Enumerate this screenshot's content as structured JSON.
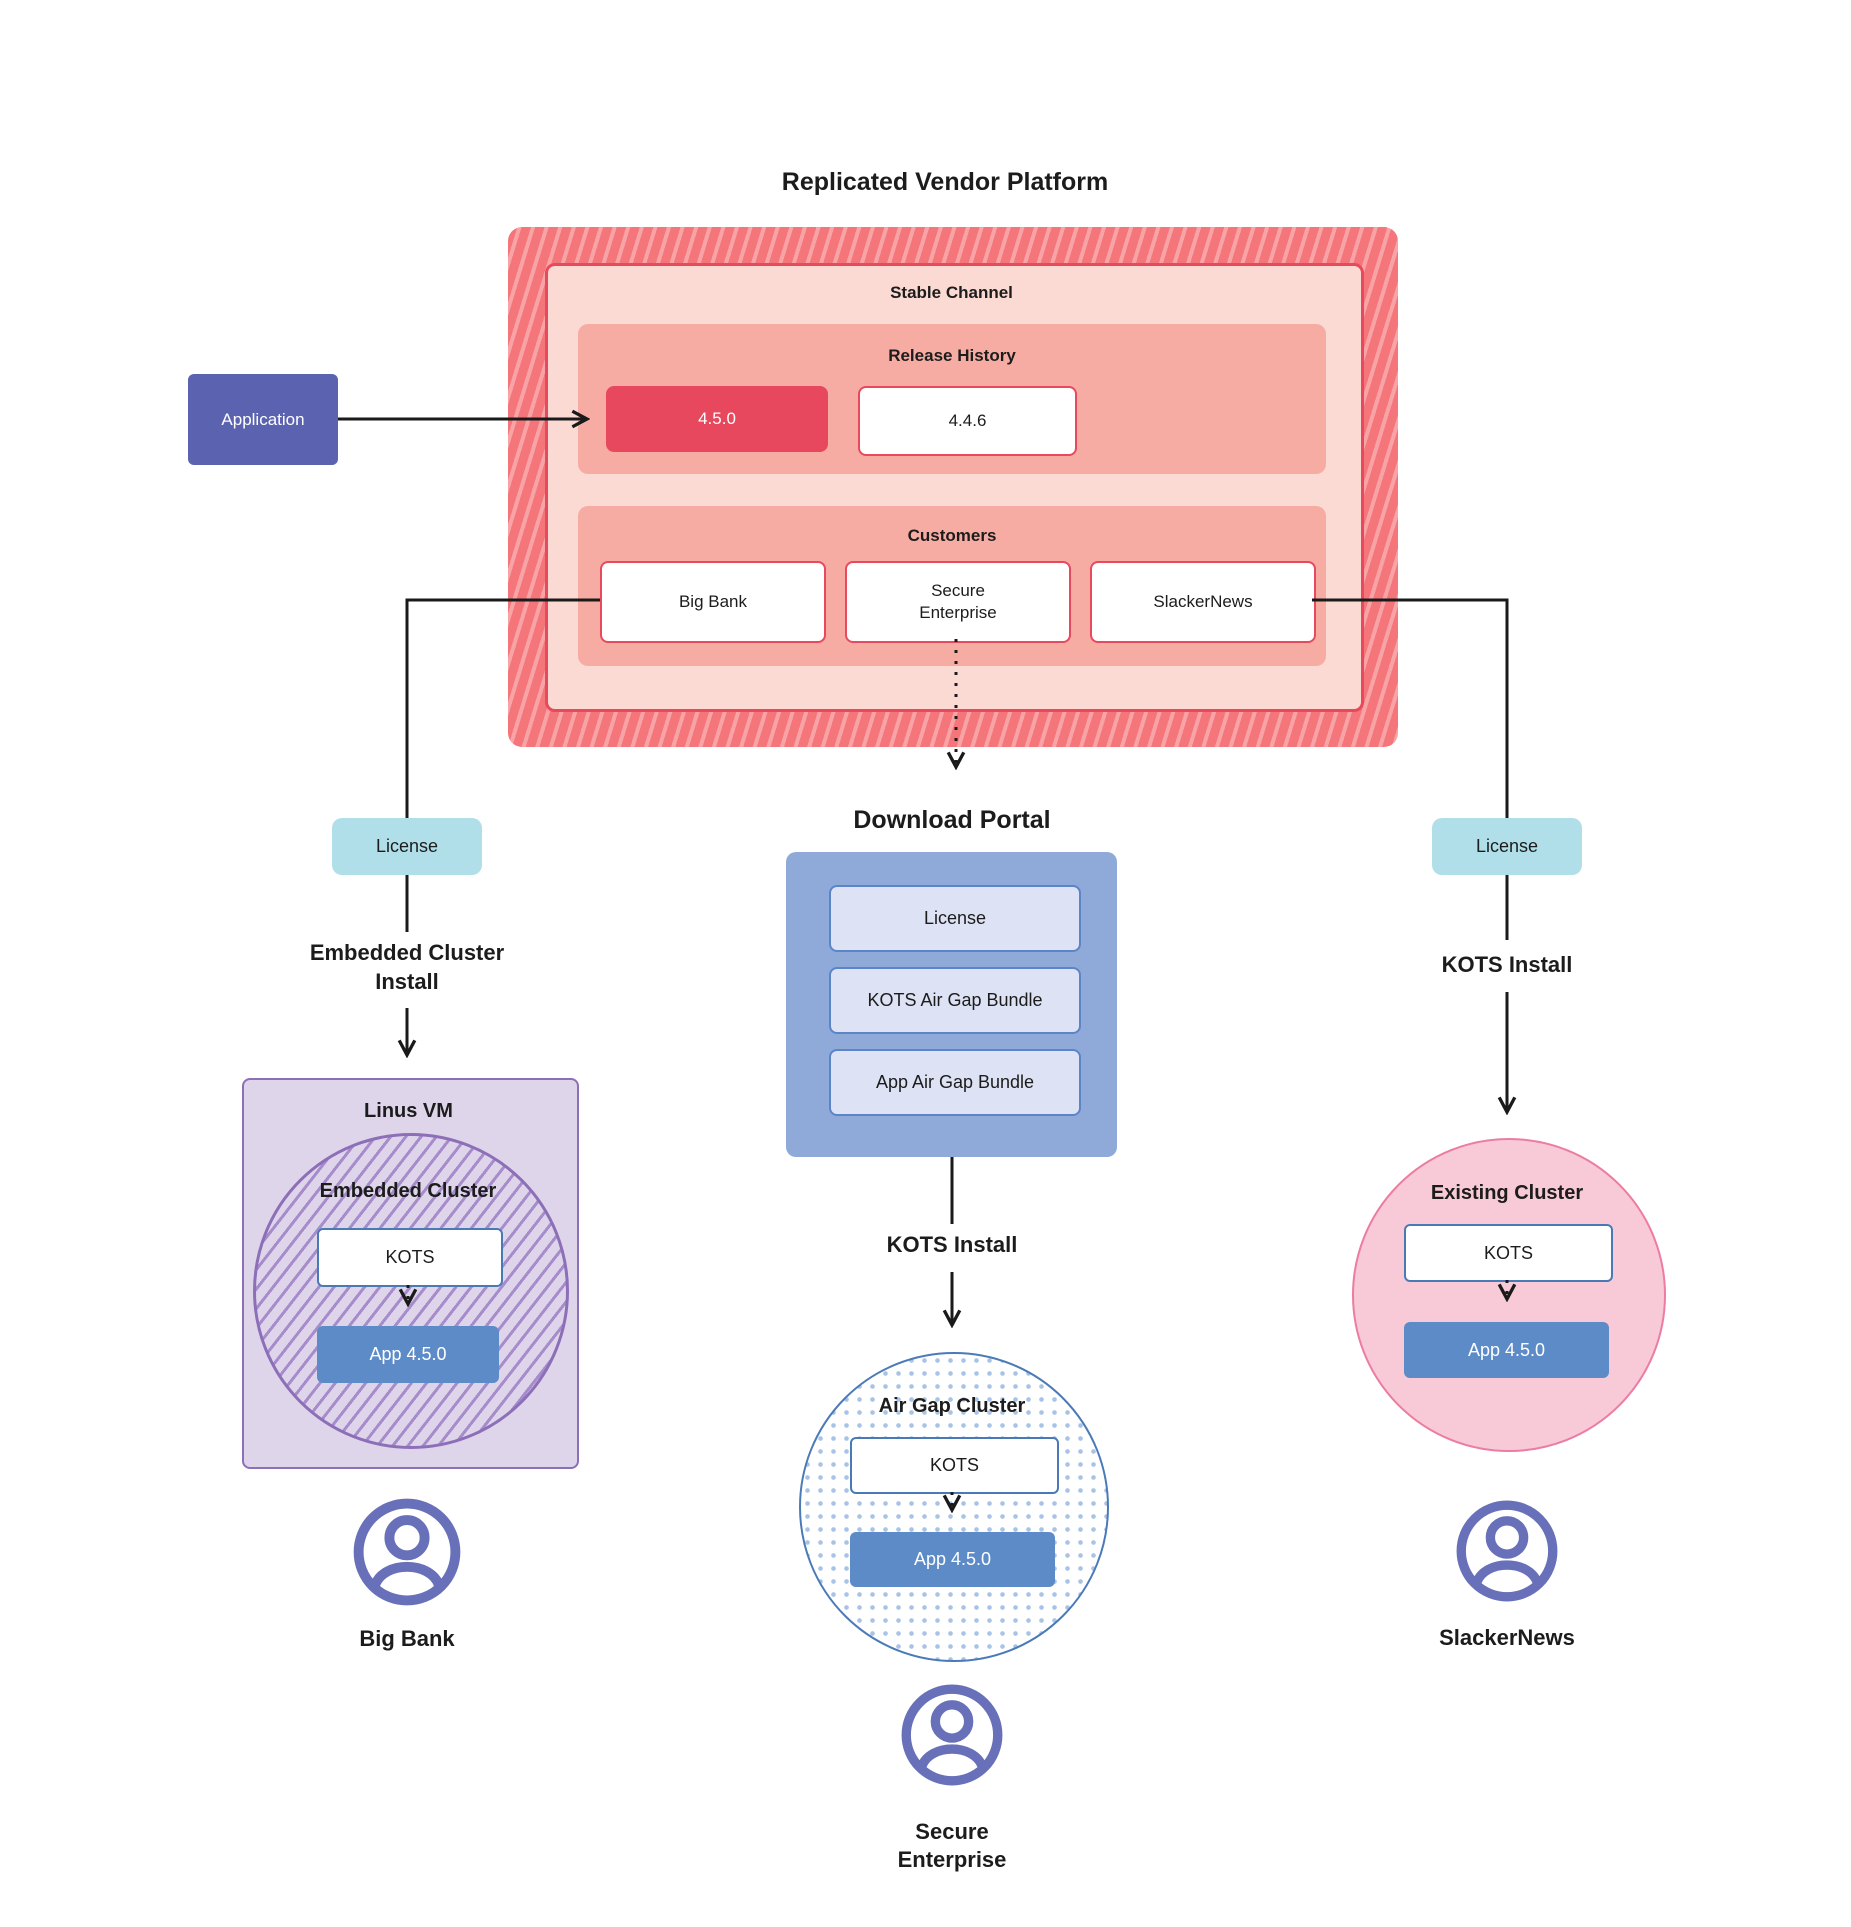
{
  "diagram_title": "Replicated Vendor Platform",
  "application_box": {
    "label": "Application"
  },
  "platform": {
    "stable_channel_label": "Stable Channel",
    "release_history": {
      "label": "Release History",
      "current_release": "4.5.0",
      "previous_release": "4.4.6"
    },
    "customers": {
      "label": "Customers",
      "big_bank": "Big Bank",
      "secure_enterprise": "Secure Enterprise",
      "slackernews": "SlackerNews"
    }
  },
  "big_bank_flow": {
    "license_label": "License",
    "install_label": "Embedded Cluster Install",
    "vm": {
      "title": "Linus VM",
      "cluster_title": "Embedded Cluster",
      "kots": "KOTS",
      "app": "App 4.5.0"
    },
    "user_label": "Big Bank"
  },
  "secure_enterprise_flow": {
    "portal_title": "Download Portal",
    "portal_items": [
      "License",
      "KOTS Air Gap Bundle",
      "App Air Gap Bundle"
    ],
    "install_label": "KOTS Install",
    "cluster": {
      "title": "Air Gap Cluster",
      "kots": "KOTS",
      "app": "App 4.5.0"
    },
    "user_label": "Secure Enterprise"
  },
  "slackernews_flow": {
    "license_label": "License",
    "install_label": "KOTS Install",
    "cluster": {
      "title": "Existing Cluster",
      "kots": "KOTS",
      "app": "App 4.5.0"
    },
    "user_label": "SlackerNews"
  },
  "colors": {
    "platform_hatch_base": "#f4767a",
    "platform_hatch_stripe": "#f8a3a5",
    "stable_channel_bg": "#fcdad4",
    "stable_channel_border": "#e8495d",
    "panel_bg": "#f7aca3",
    "release_current_bg": "#e8485e",
    "white_box_border": "#e8495d",
    "application_bg": "#5b63b0",
    "license_bg": "#b0dfe9",
    "vm_bg": "#ded5eb",
    "vm_border": "#8d6fb8",
    "purple_hatch_stripe": "#a78ccc",
    "kots_border": "#4a7ab5",
    "app_bg": "#5c8bc7",
    "portal_bg": "#8fa9d9",
    "portal_item_bg": "#dde2f4",
    "portal_item_border": "#5c85c8",
    "airgap_border": "#4a7ab8",
    "airgap_dot": "#a9c3e6",
    "existing_bg": "#f8c9d7",
    "existing_border": "#ec7ca2",
    "user_icon": "#6770b8",
    "line_color": "#1a1a1a"
  }
}
